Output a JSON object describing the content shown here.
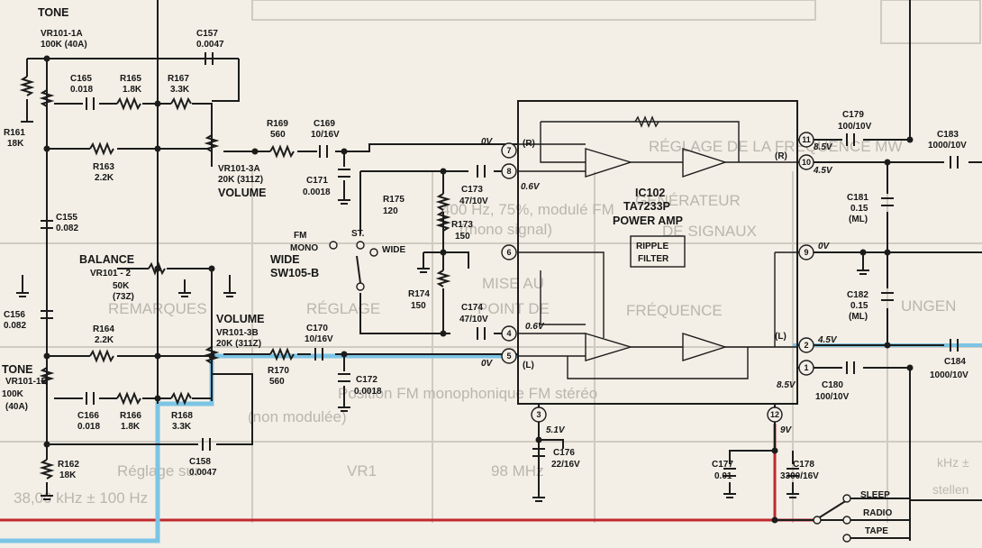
{
  "ghost": {
    "heading": "RÉGLAGE DE LA FRÉQUENCE MW",
    "generateur_1": "GÉNÉRATEUR",
    "generateur_2": "DE SIGNAUX",
    "freq_cell_1": "400 Hz, 75%, modulé FM",
    "freq_cell_2": "(mono signal)",
    "mise_1": "MISE AU",
    "mise_2": "POINT DE",
    "reglage": "RÉGLAGE",
    "frequence": "FRÉQUENCE",
    "remarques": "REMARQUES",
    "position_1": "Position FM monophonique FM stéréo",
    "position_2": "(non modulée)",
    "mhz": "98 MHz",
    "vr1": "VR1",
    "reglage_sur": "Réglage sur",
    "freq_val": "38,00 kHz ± 100 Hz",
    "ungen": "UNGEN",
    "khz": "kHz ±",
    "stellen": "stellen"
  },
  "labels": {
    "tone_top": "TONE",
    "vr101_1a": "VR101-1A",
    "vr101_1a_val": "100K (40A)",
    "r161": "R161",
    "r161_val": "18K",
    "c157": "C157",
    "c157_val": "0.0047",
    "c165": "C165",
    "c165_val": "0.018",
    "r165": "R165",
    "r165_val": "1.8K",
    "r167": "R167",
    "r167_val": "3.3K",
    "r163": "R163",
    "r163_val": "2.2K",
    "r169": "R169",
    "r169_val": "560",
    "c169": "C169",
    "c169_val": "10/16V",
    "c171": "C171",
    "c171_val": "0.0018",
    "vr101_3a": "VR101-3A",
    "vr101_3a_val": "20K (311Z)",
    "volume_top": "VOLUME",
    "c155": "C155",
    "c155_val": "0.082",
    "balance": "BALANCE",
    "vr101_2": "VR101 - 2",
    "vr101_2_val": "50K",
    "vr101_2_sub": "(73Z)",
    "c156": "C156",
    "c156_val": "0.082",
    "r164": "R164",
    "r164_val": "2.2K",
    "volume_bot": "VOLUME",
    "vr101_3b": "VR101-3B",
    "vr101_3b_val": "20K (311Z)",
    "c170": "C170",
    "c170_val": "10/16V",
    "c172": "C172",
    "c172_val": "0.0018",
    "r170": "R170",
    "r170_val": "560",
    "tone_bot": "TONE",
    "vr101_1b": "VR101-1B",
    "vr101_1b_val": "100K",
    "vr101_1b_sub": "(40A)",
    "c166": "C166",
    "c166_val": "0.018",
    "r166": "R166",
    "r166_val": "1.8K",
    "r168": "R168",
    "r168_val": "3.3K",
    "c158": "C158",
    "c158_val": "0.0047",
    "r162": "R162",
    "r162_val": "18K",
    "fm": "FM",
    "mono": "MONO",
    "st": "ST.",
    "wide": "WIDE",
    "wide_sw": "WIDE",
    "sw105b": "SW105-B",
    "r175": "R175",
    "r175_val": "120",
    "r173": "R173",
    "r173_val": "150",
    "r174": "R174",
    "r174_val": "150",
    "c173": "C173",
    "c173_val": "47/10V",
    "c174": "C174",
    "c174_val": "47/10V",
    "v0_top": "0V",
    "v06_top": "0.6V",
    "v06_bot": "0.6V",
    "v0_bot": "0V",
    "r_in": "(R)",
    "l_in": "(L)",
    "ic_name": "IC102",
    "ic_part": "TA7233P",
    "ic_desc": "POWER AMP",
    "ripple_1": "RIPPLE",
    "ripple_2": "FILTER",
    "r_out": "(R)",
    "l_out": "(L)",
    "v85_top": "8.5V",
    "v45_top": "4.5V",
    "v0_right": "0V",
    "v45_bot": "4.5V",
    "v85_bot": "8.5V",
    "c179": "C179",
    "c179_val": "100/10V",
    "c183": "C183",
    "c183_val": "1000/10V",
    "c181": "C181",
    "c181_val": "0.15",
    "c181_sub": "(ML)",
    "c182": "C182",
    "c182_val": "0.15",
    "c182_sub": "(ML)",
    "c180": "C180",
    "c180_val": "100/10V",
    "c184": "C184",
    "c184_val": "1000/10V",
    "v51": "5.1V",
    "c176": "C176",
    "c176_val": "22/16V",
    "c177": "C177",
    "c177_val": "0.01",
    "v9": "9V",
    "c178": "C178",
    "c178_val": "3300/16V",
    "sleep": "SLEEP",
    "radio": "RADIO",
    "tape": "TAPE"
  },
  "pins": [
    "7",
    "8",
    "6",
    "4",
    "5",
    "3",
    "11",
    "10",
    "9",
    "2",
    "1",
    "12"
  ],
  "colors": {
    "paper": "#f3efe6",
    "ink": "#1c1c1c",
    "power_line": "#c0282d",
    "signal_line": "#7cc4e4",
    "ghost_text": "#b9b6ad"
  }
}
